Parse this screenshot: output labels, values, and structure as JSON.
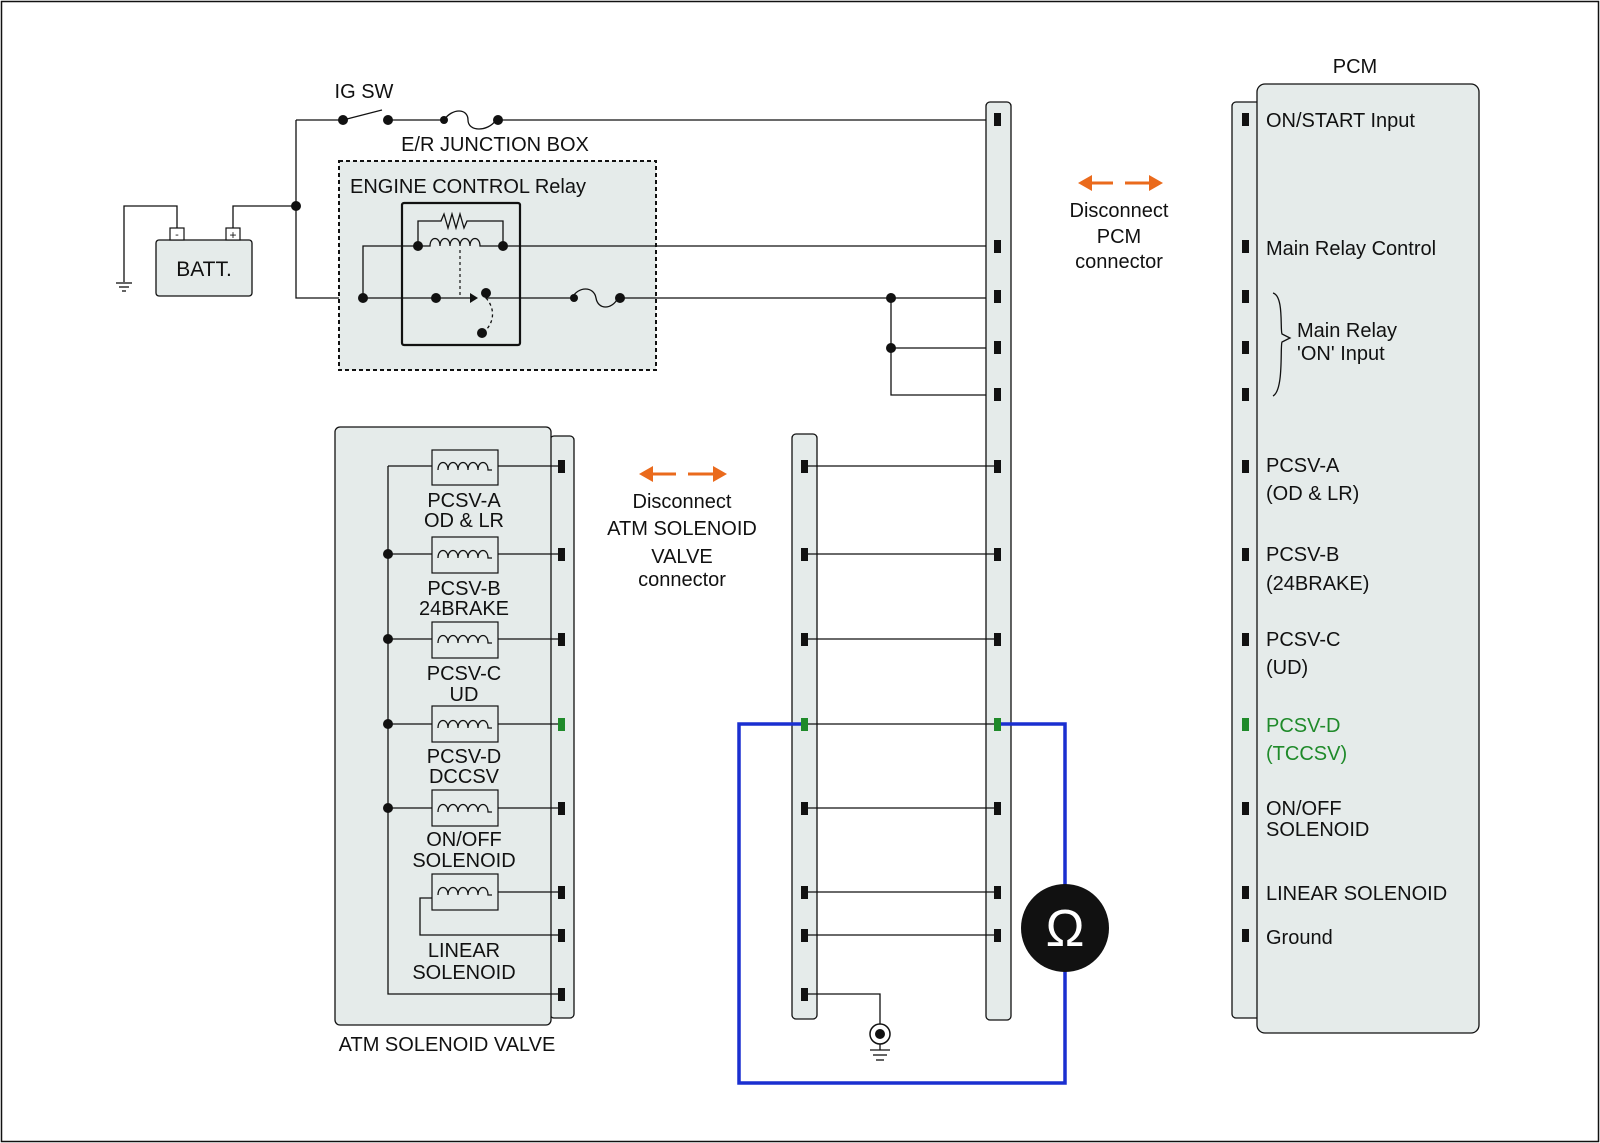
{
  "colors": {
    "panel_fill": "#e5ebea",
    "meter_lead": "#1a2fd0",
    "highlight_pin": "#1f8a2a",
    "disconnect_arrow": "#ea6a1c"
  },
  "battery": {
    "label": "BATT.",
    "neg": "-",
    "pos": "+"
  },
  "ig_switch": {
    "label": "IG SW"
  },
  "junction_box": {
    "label": "E/R JUNCTION BOX",
    "relay_label": "ENGINE CONTROL Relay"
  },
  "disconnect_pcm": {
    "line1": "Disconnect",
    "line2": "PCM",
    "line3": "connector"
  },
  "disconnect_atm": {
    "line1": "Disconnect",
    "line2": "ATM SOLENOID",
    "line3": "VALVE",
    "line4": "connector"
  },
  "solenoid_valve": {
    "title": "ATM SOLENOID VALVE",
    "solenoids": [
      {
        "line1": "PCSV-A",
        "line2": "OD & LR"
      },
      {
        "line1": "PCSV-B",
        "line2": "24BRAKE"
      },
      {
        "line1": "PCSV-C",
        "line2": "UD"
      },
      {
        "line1": "PCSV-D",
        "line2": "DCCSV"
      },
      {
        "line1": "ON/OFF",
        "line2": "SOLENOID"
      },
      {
        "line1": "LINEAR",
        "line2": "SOLENOID"
      }
    ]
  },
  "pcm": {
    "title": "PCM",
    "pins": {
      "on_start": "ON/START Input",
      "main_relay_control": "Main Relay Control",
      "main_relay_on_1": "Main Relay",
      "main_relay_on_2": "'ON' Input",
      "pcsv_a_1": "PCSV-A",
      "pcsv_a_2": "(OD & LR)",
      "pcsv_b_1": "PCSV-B",
      "pcsv_b_2": "(24BRAKE)",
      "pcsv_c_1": "PCSV-C",
      "pcsv_c_2": "(UD)",
      "pcsv_d_1": "PCSV-D",
      "pcsv_d_2": "(TCCSV)",
      "onoff_1": "ON/OFF",
      "onoff_2": "SOLENOID",
      "linear": "LINEAR SOLENOID",
      "ground": "Ground"
    }
  },
  "ohmmeter": {
    "symbol": "Ω"
  }
}
